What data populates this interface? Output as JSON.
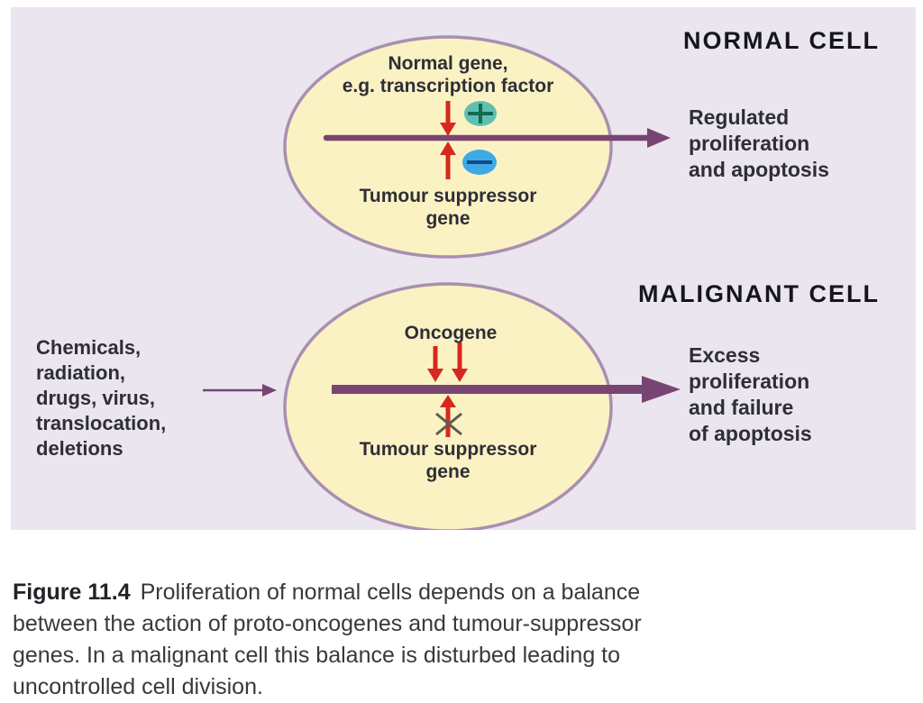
{
  "figure": {
    "normal": {
      "heading": "NORMAL CELL",
      "gene_label": [
        "Normal gene,",
        "e.g. transcription factor"
      ],
      "suppressor_label": [
        "Tumour suppressor",
        "gene"
      ],
      "outcome": [
        "Regulated",
        "proliferation",
        "and apoptosis"
      ]
    },
    "malignant": {
      "heading": "MALIGNANT CELL",
      "causes": [
        "Chemicals,",
        "radiation,",
        "drugs, virus,",
        "translocation,",
        "deletions"
      ],
      "oncogene_label": "Oncogene",
      "suppressor_label": [
        "Tumour suppressor",
        "gene"
      ],
      "outcome": [
        "Excess",
        "proliferation",
        "and failure",
        "of apoptosis"
      ]
    }
  },
  "caption": {
    "label": "Figure 11.4",
    "lines": [
      "Proliferation of normal cells depends on a balance",
      "between the action of proto-oncogenes and tumour-suppressor",
      "genes. In a malignant cell this balance is disturbed leading to",
      "uncontrolled cell division."
    ]
  },
  "icons": {
    "stimulation": "plus-icon",
    "inhibition": "minus-icon",
    "inactivated": "cross-icon",
    "output": "arrow-right-icon"
  },
  "colors": {
    "panel_bg": "#eae5ee",
    "cell_fill": "#fbf2c3",
    "cell_border": "#a98fb1",
    "arrow_purple": "#784573",
    "arrow_red": "#d7281d",
    "plus_circle": "#5fc0b2",
    "plus_sign": "#156a52",
    "minus_circle": "#3fa9e8",
    "minus_sign": "#114a8f",
    "cross": "#5c5c50",
    "heading_text": "#15151c",
    "label_text": "#2e2e38",
    "caption_text": "#39393d"
  }
}
